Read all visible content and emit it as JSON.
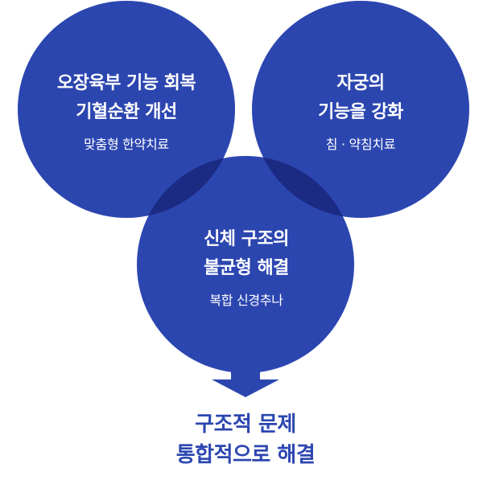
{
  "colors": {
    "circle": "#2c46b0",
    "overlap": "#1b2a83",
    "center_overlap": "#0e1b6e",
    "text_on_circle": "#ffffff",
    "conclusion_text": "#2c46b0"
  },
  "circles": [
    {
      "title_line1": "오장육부 기능 회복",
      "title_line2": "기혈순환 개선",
      "subtitle": "맞춤형 한약치료"
    },
    {
      "title_line1": "자궁의",
      "title_line2": "기능을 강화",
      "subtitle": "침 · 약침치료"
    },
    {
      "title_line1": "신체 구조의",
      "title_line2": "불균형 해결",
      "subtitle": "복합 신경추나"
    }
  ],
  "conclusion": {
    "line1": "구조적 문제",
    "line2": "통합적으로 해결"
  }
}
